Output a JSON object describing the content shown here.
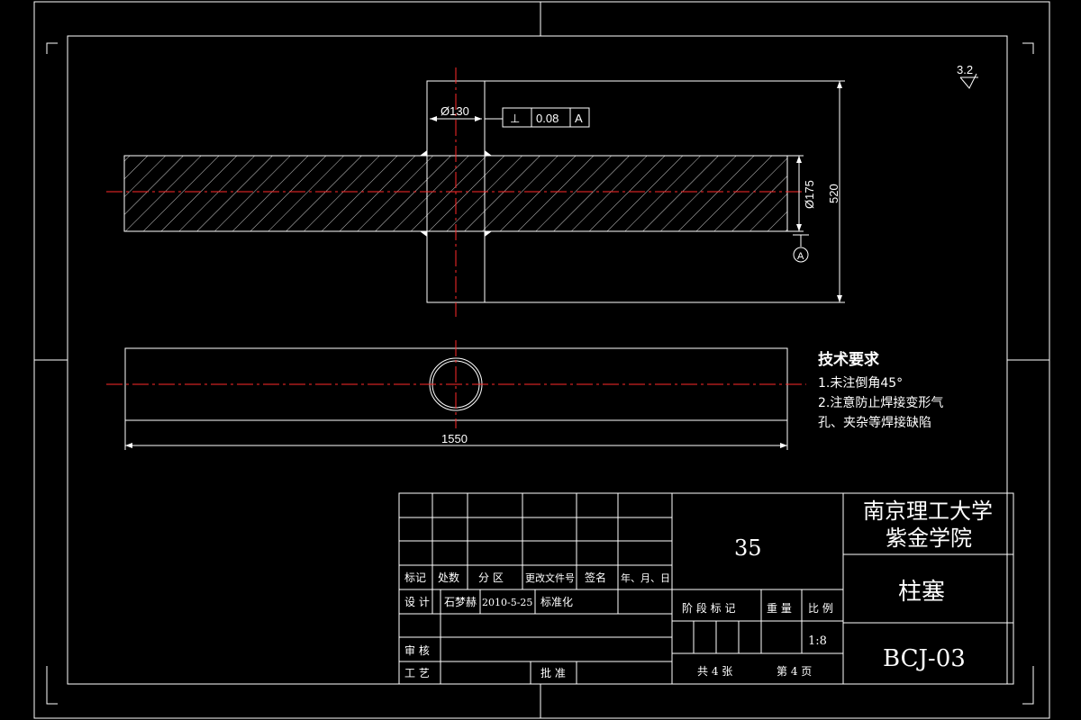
{
  "roughness": {
    "value": "3.2"
  },
  "dimensions": {
    "flange_diameter": "Ø130",
    "shaft_diameter": "Ø175",
    "flange_length": "520",
    "total_length": "1550"
  },
  "tolerance_frame": {
    "symbol": "⊥",
    "value": "0.08",
    "datum": "A"
  },
  "datum_label": "A",
  "tech_requirements": {
    "title": "技术要求",
    "line1": "1.未注倒角45°",
    "line2": "2.注意防止焊接变形气",
    "line3": "孔、夹杂等焊接缺陷"
  },
  "title_block": {
    "headers": {
      "mark": "标记",
      "count": "处数",
      "zone": "分 区",
      "doc": "更改文件号",
      "sign": "签名",
      "date": "年、月、日"
    },
    "design_label": "设 计",
    "designer": "石梦赫",
    "design_date": "2010-5-25",
    "standardize_label": "标准化",
    "review_label": "审 核",
    "process_label": "工 艺",
    "approve_label": "批 准",
    "material": "35",
    "stage_mark_label": "阶 段 标 记",
    "weight_label": "重 量",
    "scale_label": "比 例",
    "scale": "1:8",
    "sheets_total": "共 4 张",
    "sheet_number": "第 4 页",
    "school_line1": "南京理工大学",
    "school_line2": "紫金学院",
    "part_name": "柱塞",
    "drawing_number": "BCJ-03"
  }
}
